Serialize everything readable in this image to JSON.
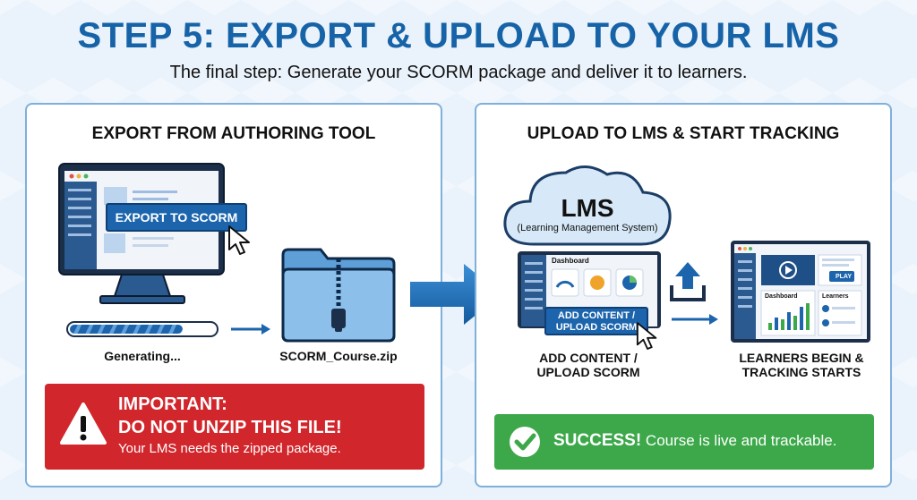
{
  "header": {
    "title": "STEP 5: EXPORT & UPLOAD TO YOUR LMS",
    "subtitle": "The final step: Generate your SCORM package and deliver it to learners."
  },
  "left_panel": {
    "heading": "EXPORT FROM AUTHORING TOOL",
    "export_button": "EXPORT TO SCORM",
    "progress_caption": "Generating...",
    "progress_fraction": 0.78,
    "zip_caption": "SCORM_Course.zip",
    "alert": {
      "line1": "IMPORTANT:",
      "line2": "DO NOT UNZIP THIS FILE!",
      "line3": "Your LMS needs the zipped package."
    }
  },
  "right_panel": {
    "heading": "UPLOAD TO LMS & START TRACKING",
    "cloud_title": "LMS",
    "cloud_subtitle": "(Learning Management System)",
    "dashboard_label": "Dashboard",
    "add_button_line1": "ADD CONTENT /",
    "add_button_line2": "UPLOAD SCORM",
    "add_caption_line1": "ADD CONTENT /",
    "add_caption_line2": "UPLOAD SCORM",
    "play_label": "PLAY",
    "mini_dashboard_label": "Dashboard",
    "learners_label": "Learners",
    "learners_caption_line1": "LEARNERS BEGIN &",
    "learners_caption_line2": "TRACKING STARTS",
    "success": {
      "bold": "SUCCESS!",
      "rest": " Course is live and trackable."
    }
  },
  "colors": {
    "title_blue": "#1763a8",
    "accent_blue": "#1c65ad",
    "alert_red": "#d1262b",
    "success_green": "#3ca84a"
  },
  "icons": [
    "monitor-icon",
    "cursor-icon",
    "zip-folder-icon",
    "arrow-right-icon",
    "warning-icon",
    "cloud-icon",
    "upload-icon",
    "checkmark-icon",
    "play-icon"
  ]
}
